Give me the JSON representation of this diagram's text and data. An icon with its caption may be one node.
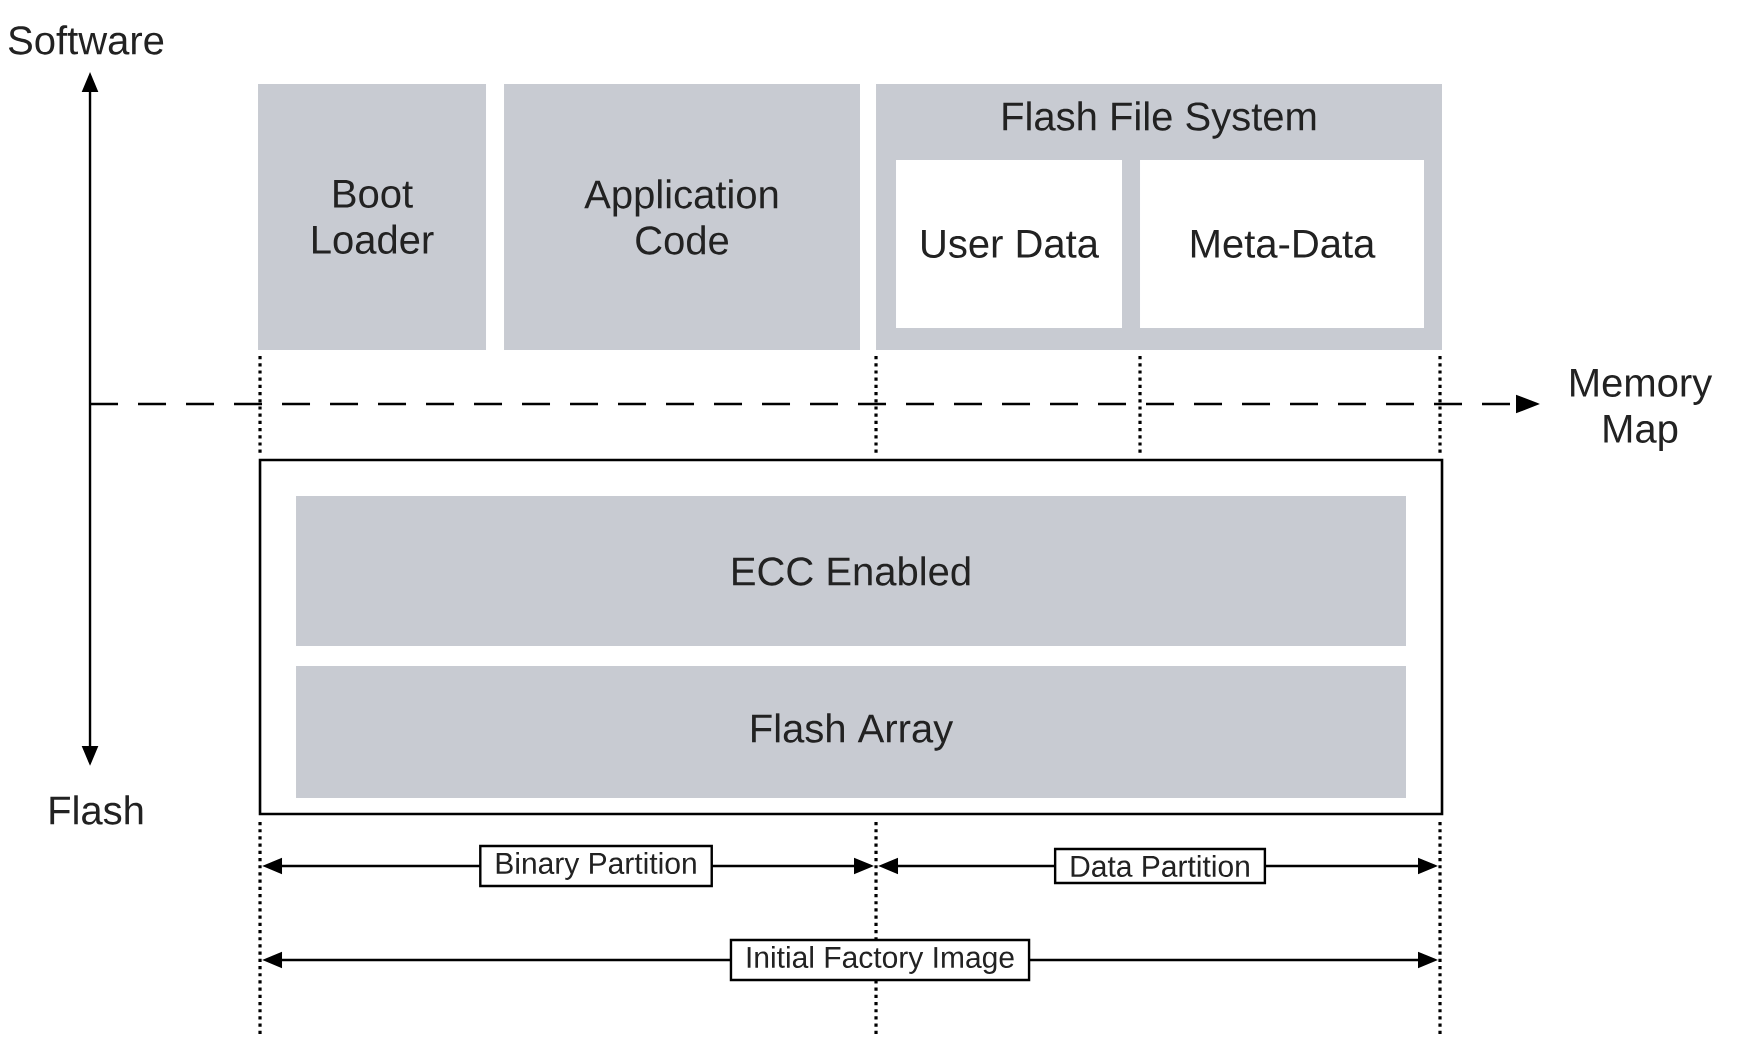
{
  "diagram": {
    "nodes": [
      {
        "text": [
          "Boot Loader"
        ]
      },
      {
        "text": [
          "Application Code"
        ]
      },
      {
        "text": [
          "Flash File System"
        ]
      },
      {
        "text": [
          "User Data"
        ],
        "in": 2
      },
      {
        "text": [
          "Meta-Data"
        ],
        "in": 2
      },
      {
        "text": [],
        "shape": "box"
      },
      {
        "text": [
          "ECC Enabled"
        ],
        "in": 5
      },
      {
        "text": [
          "Flash Array"
        ],
        "in": 5
      }
    ],
    "labels": [
      "Software",
      "Memory Map",
      "Flash",
      "Binary Partition",
      "Data Partition",
      "Initial Factory Image"
    ]
  }
}
